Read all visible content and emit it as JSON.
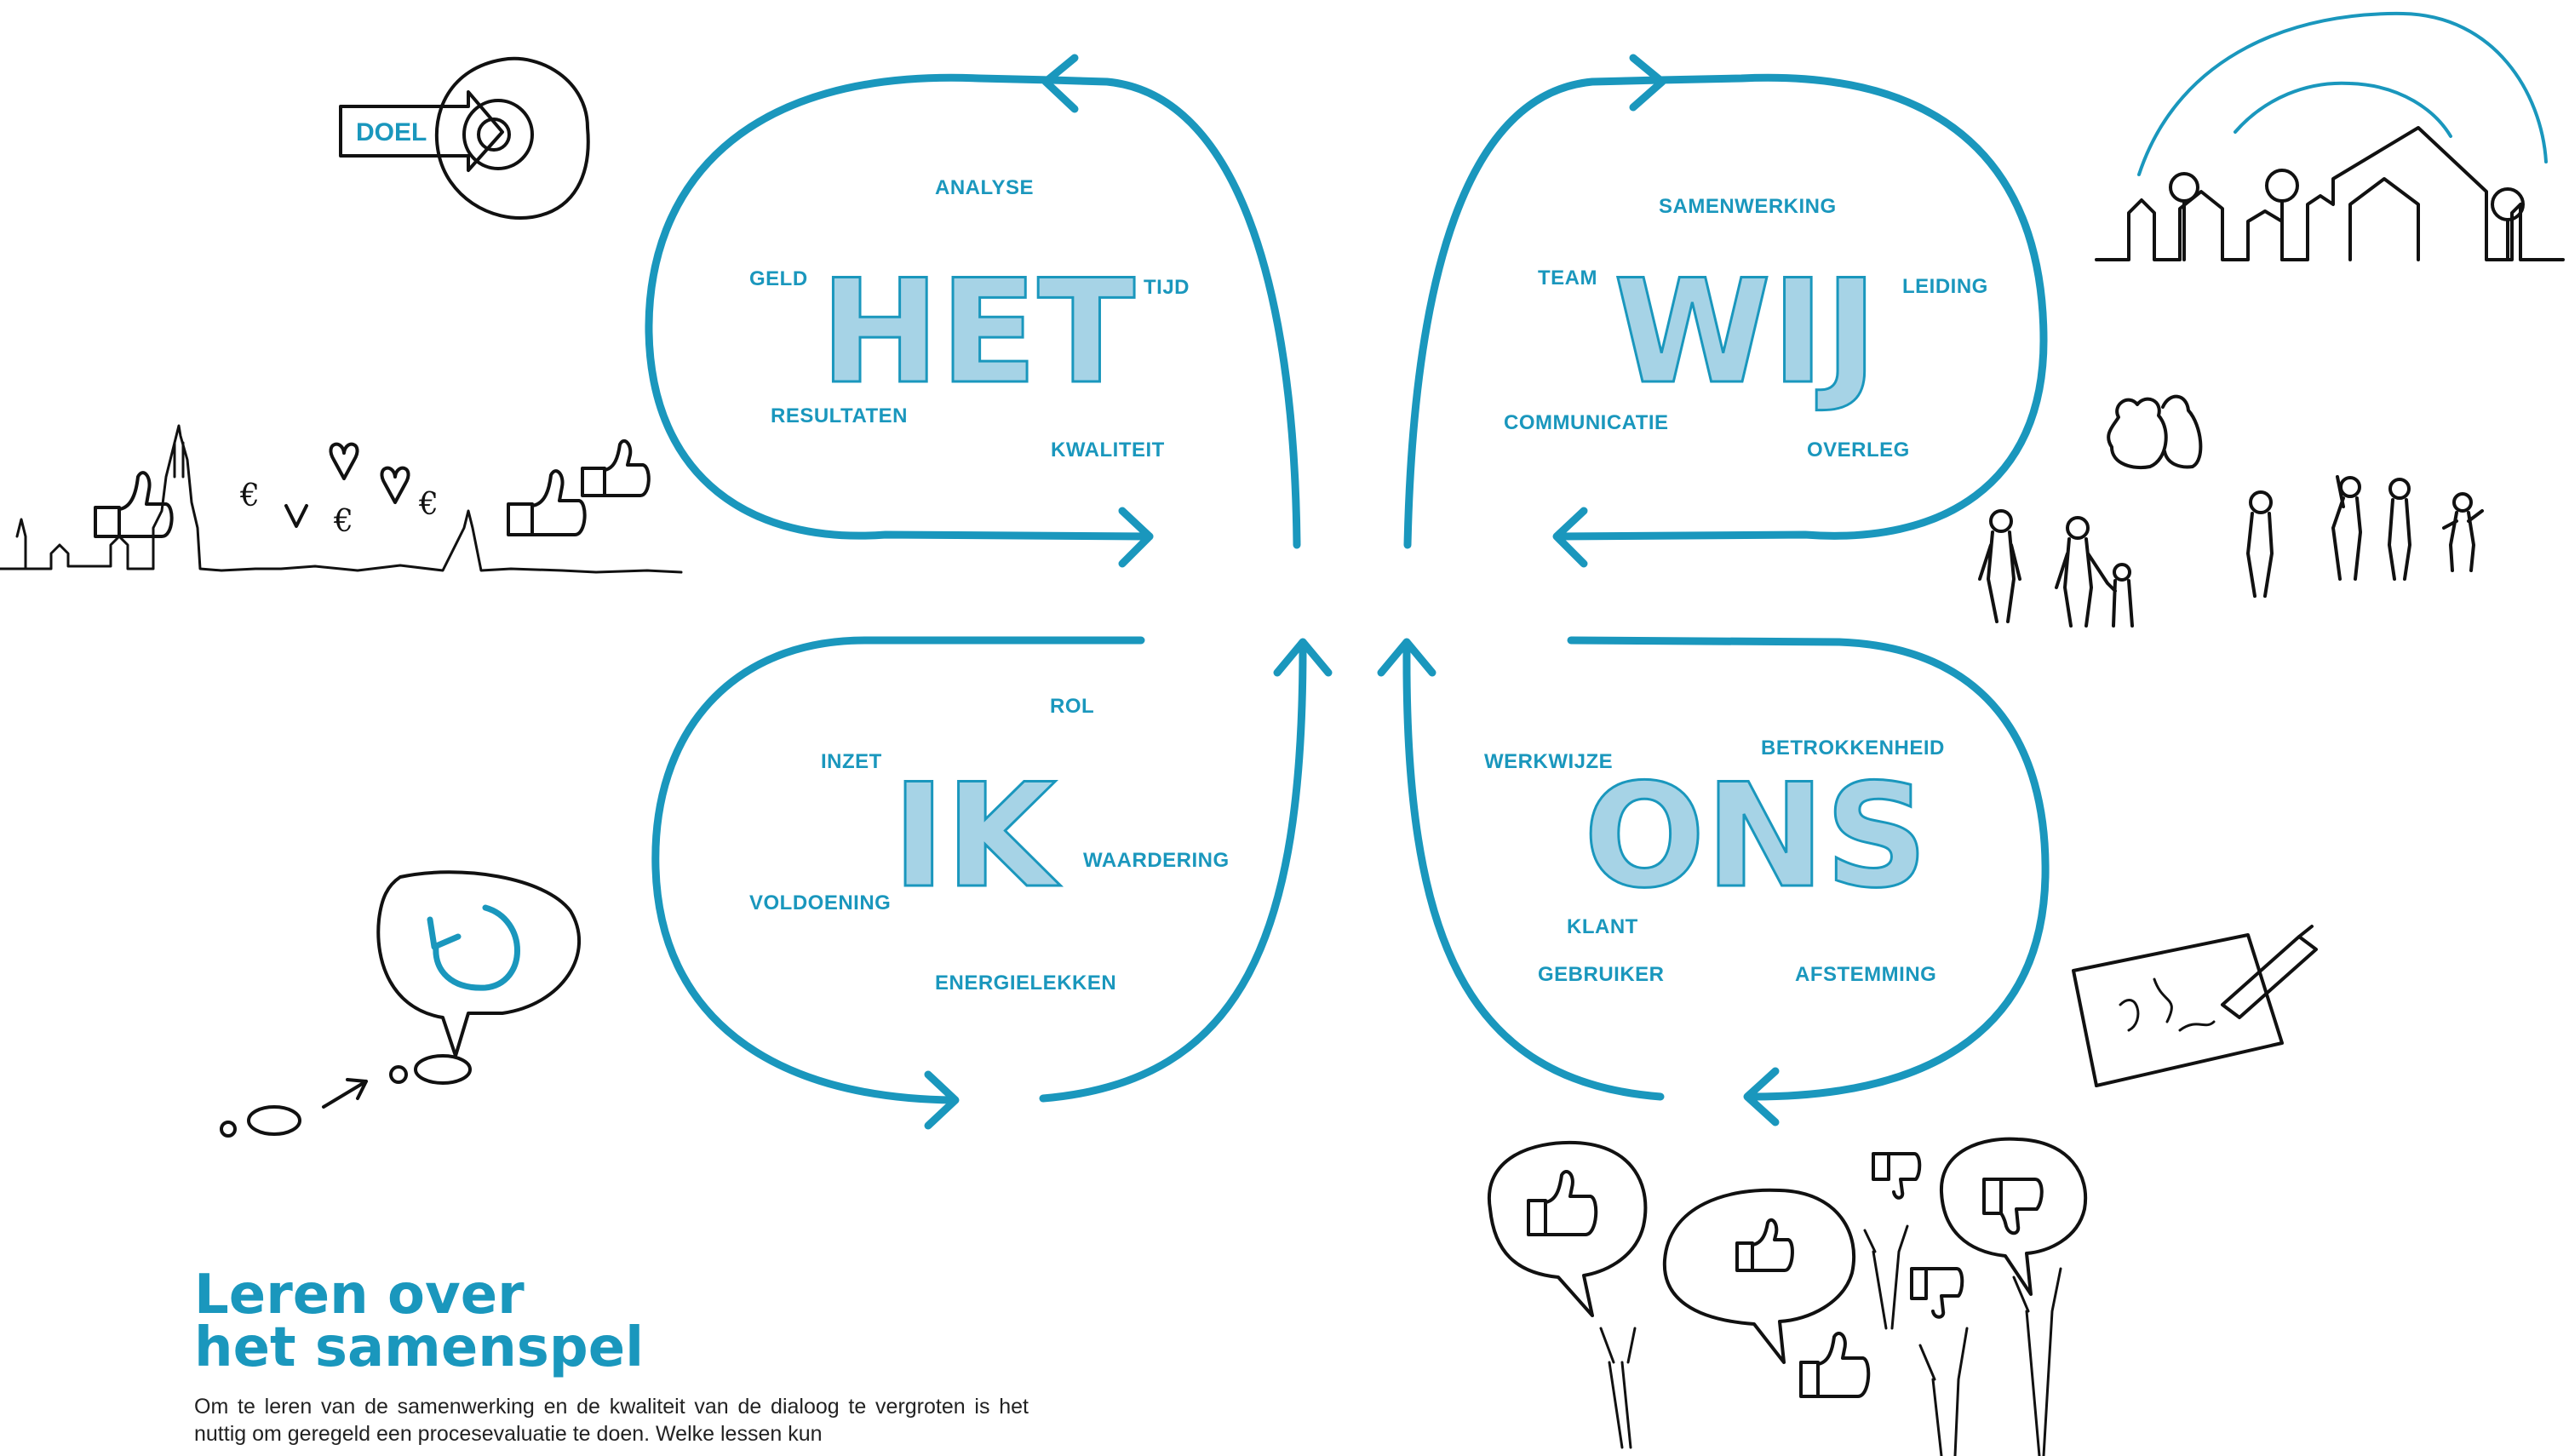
{
  "quadrants": {
    "het": {
      "label": "HET",
      "keywords": [
        "ANALYSE",
        "GELD",
        "TIJD",
        "RESULTATEN",
        "KWALITEIT"
      ]
    },
    "wij": {
      "label": "WIJ",
      "keywords": [
        "SAMENWERKING",
        "TEAM",
        "LEIDING",
        "COMMUNICATIE",
        "OVERLEG"
      ]
    },
    "ik": {
      "label": "IK",
      "keywords": [
        "ROL",
        "INZET",
        "WAARDERING",
        "VOLDOENING",
        "ENERGIELEKKEN"
      ]
    },
    "ons": {
      "label": "ONS",
      "keywords": [
        "BETROKKENHEID",
        "WERKWIJZE",
        "KLANT",
        "GEBRUIKER",
        "AFSTEMMING"
      ]
    }
  },
  "illustrations": {
    "target_label": "DOEL",
    "icons": [
      "target-icon",
      "houses-icon",
      "city-skyline-icon",
      "people-icon",
      "footsteps-icon",
      "signing-icon",
      "speech-bubbles-icon"
    ]
  },
  "article": {
    "title_line1": "Leren over",
    "title_line2": "het samenspel",
    "body": "Om te leren van de samenwerking en de kwaliteit van de dialoog te vergroten is het nuttig om geregeld een procesevaluatie te doen. Welke lessen kun"
  },
  "colors": {
    "accent": "#1a97bd",
    "letter_fill": "#a6d3e6",
    "ink": "#111111"
  }
}
